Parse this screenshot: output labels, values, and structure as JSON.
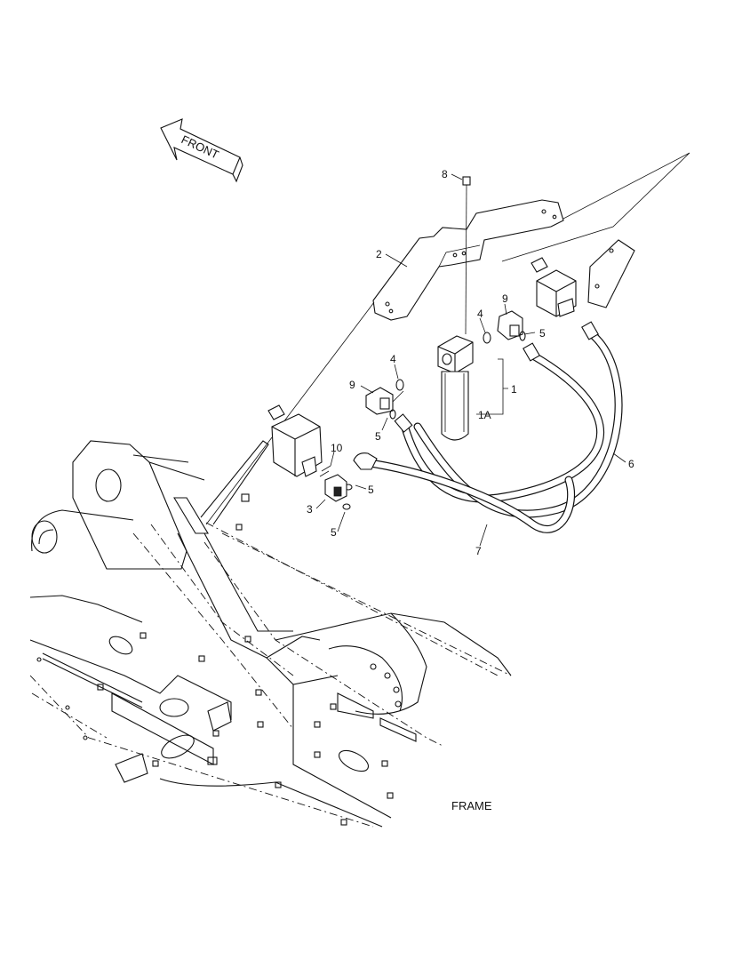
{
  "diagram": {
    "orientation_label": "FRONT",
    "section_label": "FRAME",
    "callouts": {
      "c1": "1",
      "c1a": "1A",
      "c2": "2",
      "c3": "3",
      "c4a": "4",
      "c4b": "4",
      "c5a": "5",
      "c5b": "5",
      "c5c": "5",
      "c5d": "5",
      "c6": "6",
      "c7": "7",
      "c8": "8",
      "c9a": "9",
      "c9b": "9",
      "c10": "10"
    }
  }
}
